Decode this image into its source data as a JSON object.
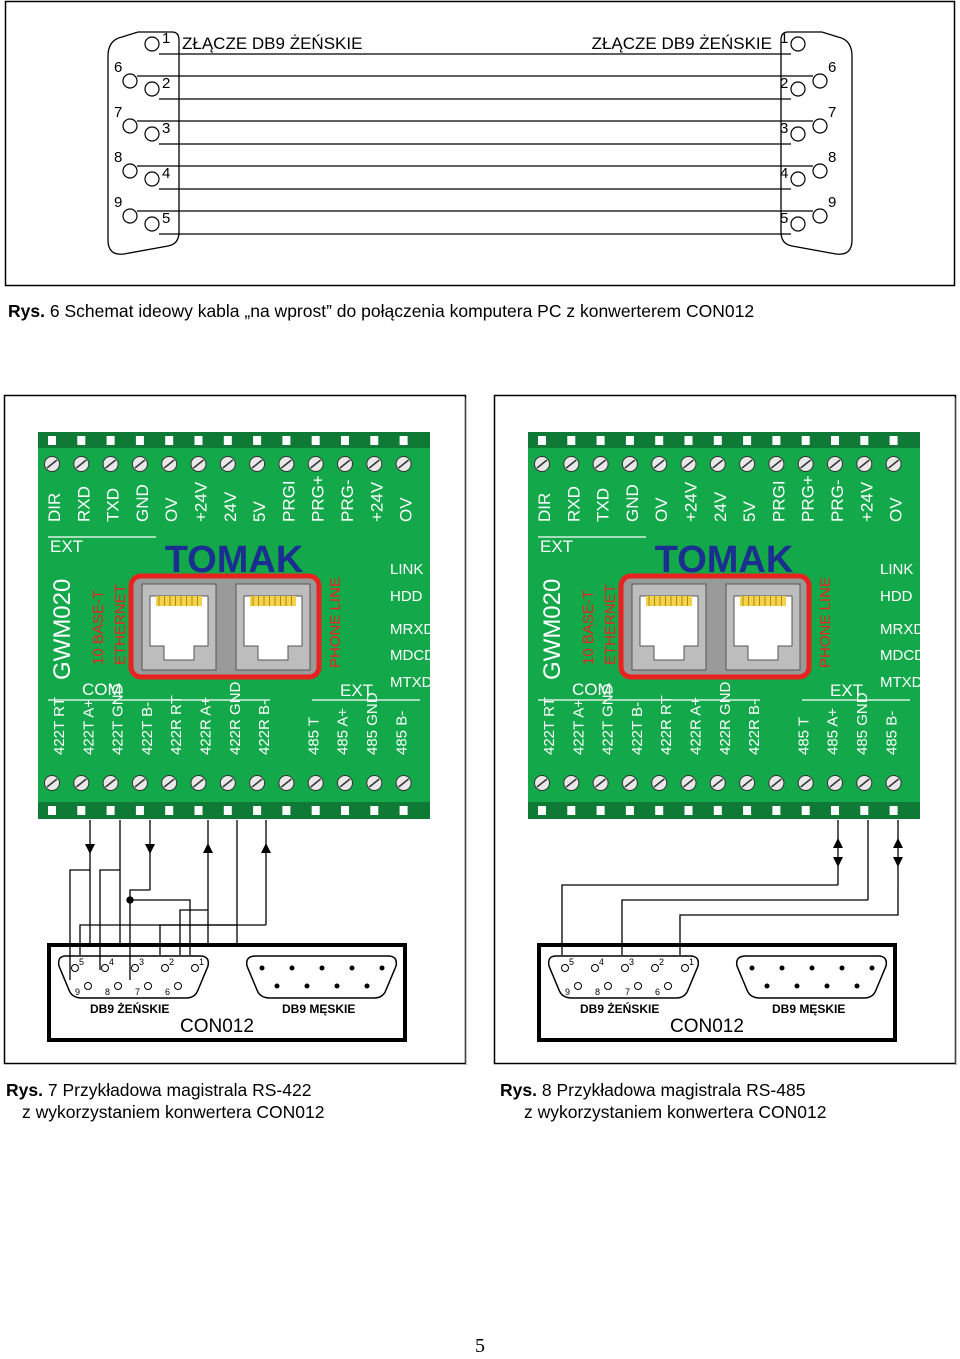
{
  "fig6": {
    "left_title": "ZŁĄCZE DB9 ŻEŃSKIE",
    "right_title": "ZŁĄCZE DB9 ŻEŃSKIE",
    "pins_top": [
      "1",
      "2",
      "3",
      "4",
      "5"
    ],
    "pins_bottom": [
      "6",
      "7",
      "8",
      "9"
    ],
    "caption_prefix": "Rys.",
    "caption_text": "6 Schemat ideowy kabla „na wprost” do połączenia komputera PC z konwerterem CON012"
  },
  "module": {
    "brand": "TOMAK",
    "model": "GWM020",
    "ext_label": "EXT",
    "com_label": "COM",
    "ethernet_label_1": "10 BASE-T",
    "ethernet_label_2": "ETHERNET",
    "phone_label": "PHONE LINE",
    "leds": [
      "LINK",
      "HDD",
      "MRXD",
      "MDCD",
      "MTXD"
    ],
    "top_terminals": [
      "DIR",
      "RXD",
      "TXD",
      "GND",
      "OV",
      "+24V",
      "24V",
      "5V",
      "PRGI",
      "PRG+",
      "PRG-",
      "+24V",
      "OV"
    ],
    "bottom_terminals": [
      "422T RT",
      "422T A+",
      "422T GND",
      "422T B-",
      "422R RT",
      "422R A+",
      "422R GND",
      "422R B-",
      "485 T",
      "485 A+",
      "485 GND",
      "485 B-"
    ]
  },
  "con012": {
    "name": "CON012",
    "female_label": "DB9 ŻEŃSKIE",
    "male_label": "DB9 MĘSKIE",
    "pins_top": [
      "5",
      "4",
      "3",
      "2",
      "1"
    ],
    "pins_bottom": [
      "9",
      "8",
      "7",
      "6"
    ]
  },
  "fig7": {
    "caption_prefix": "Rys.",
    "caption_line1": "7 Przykładowa magistrala RS-422",
    "caption_line2": "z wykorzystaniem konwertera CON012"
  },
  "fig8": {
    "caption_prefix": "Rys.",
    "caption_line1": "8 Przykładowa magistrala RS-485",
    "caption_line2": "z wykorzystaniem konwertera CON012"
  },
  "page_number": "5"
}
